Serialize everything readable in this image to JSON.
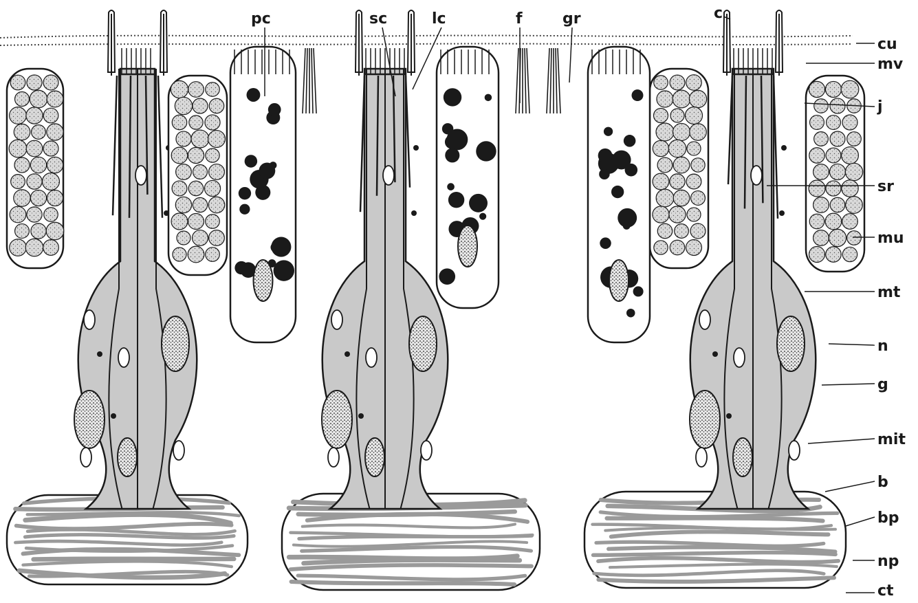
{
  "figure": {
    "background": "#ffffff",
    "ink_color": "#1a1a1a",
    "cell_fill": "#c9c9c9",
    "fiber_fill": "#9a9a9a",
    "top_labels": {
      "pc": "pc",
      "sc": "sc",
      "lc": "lc",
      "f": "f",
      "gr": "gr",
      "c": "c"
    },
    "right_labels": {
      "cu": "cu",
      "mv": "mv",
      "j": "j",
      "sr": "sr",
      "mu": "mu",
      "mt": "mt",
      "n": "n",
      "g": "g",
      "mit": "mit",
      "b": "b",
      "bp": "bp",
      "np": "np",
      "ct": "ct"
    }
  }
}
